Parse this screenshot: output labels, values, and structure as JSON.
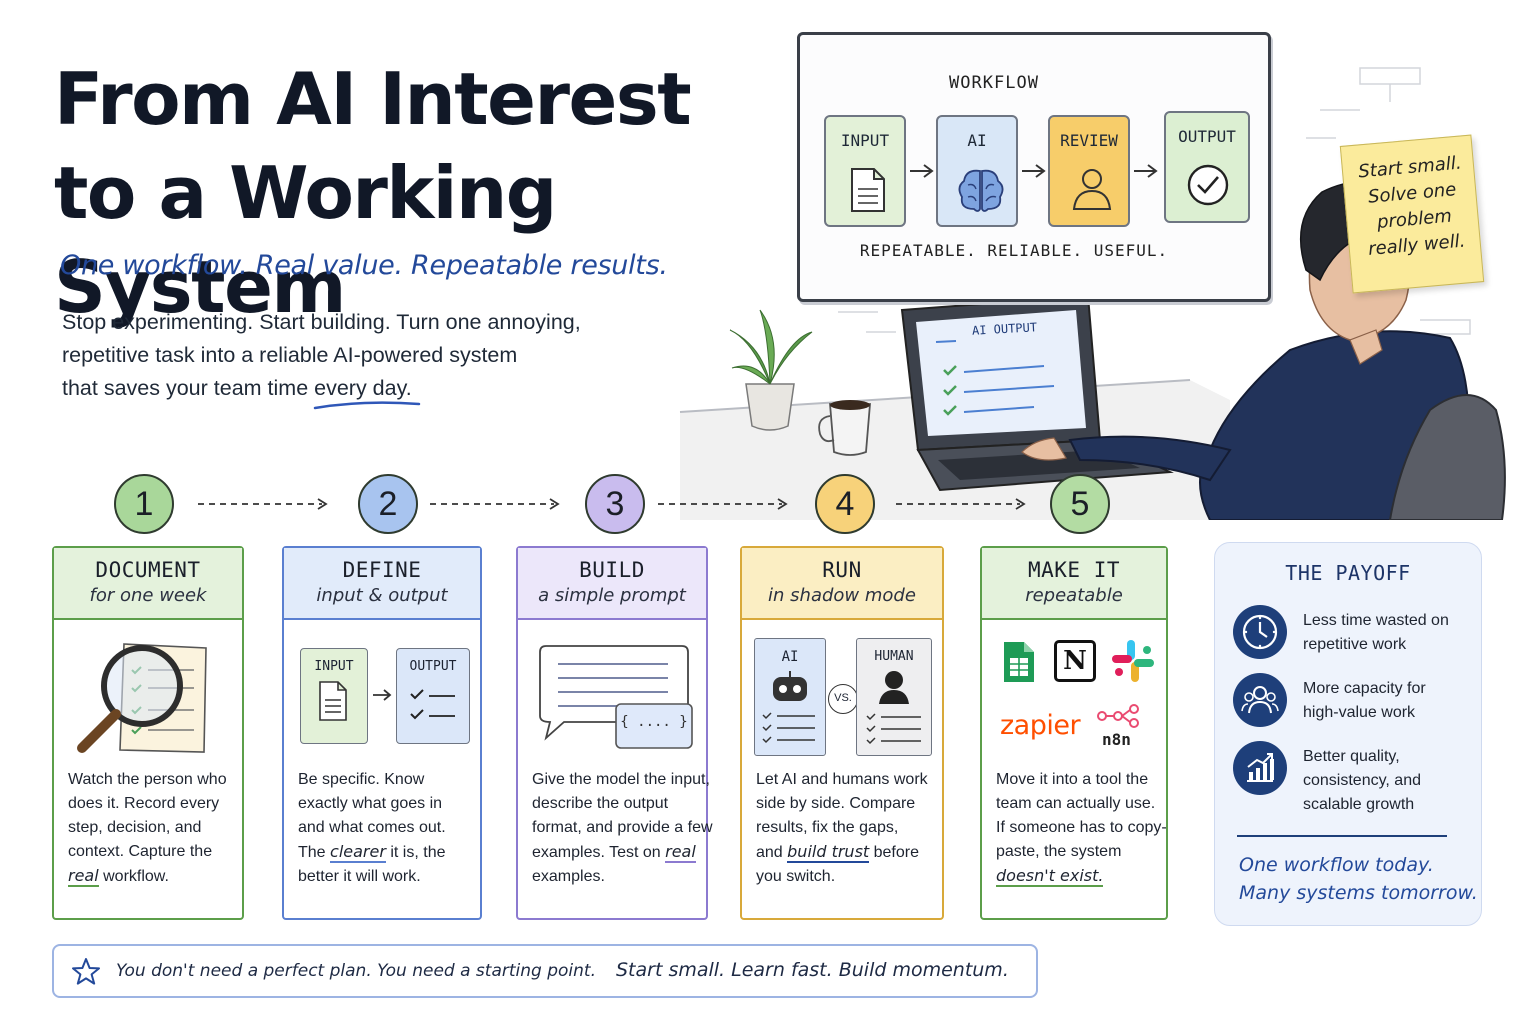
{
  "header": {
    "title_line1": "From AI Interest",
    "title_line2": "to a Working System",
    "tagline": "One workflow. Real value. Repeatable results.",
    "intro_line1": "Stop experimenting. Start building. Turn one annoying,",
    "intro_line2": "repetitive task into a reliable AI-powered system",
    "intro_line3": "that saves your team time every day."
  },
  "board": {
    "title": "WORKFLOW",
    "stages": [
      {
        "label": "INPUT",
        "icon": "document-icon",
        "color": "#e3f1d8"
      },
      {
        "label": "AI",
        "icon": "brain-icon",
        "color": "#d9e7f7"
      },
      {
        "label": "REVIEW",
        "icon": "person-icon",
        "color": "#f7cd6a"
      },
      {
        "label": "OUTPUT",
        "icon": "checkmark-icon",
        "color": "#dcefd2"
      }
    ],
    "caption": "REPEATABLE. RELIABLE. USEFUL."
  },
  "sticky_note": {
    "line1": "Start small.",
    "line2": "Solve one",
    "line3": "problem",
    "line4": "really well."
  },
  "laptop": {
    "screen_title": "AI OUTPUT"
  },
  "steps": [
    {
      "number": "1",
      "color": "#a9d79a",
      "title": "DOCUMENT",
      "subtitle": "for one week",
      "body": [
        "Watch the person who",
        "does it. Record every",
        "step, decision, and",
        "context. Capture the"
      ],
      "body_last_em": "real",
      "body_last_rest": " workflow."
    },
    {
      "number": "2",
      "color": "#a8c4ef",
      "title": "DEFINE",
      "subtitle": "input & output",
      "illo_input": "INPUT",
      "illo_output": "OUTPUT",
      "body": [
        "Be specific. Know",
        "exactly what goes in",
        "and what comes out."
      ],
      "body_pre": "The ",
      "body_em": "clearer",
      "body_post": " it is, the",
      "body_last": "better it will work."
    },
    {
      "number": "3",
      "color": "#c9bcee",
      "title": "BUILD",
      "subtitle": "a simple prompt",
      "illo_code": "{ .... }",
      "body": [
        "Give the model the input,",
        "describe the output",
        "format, and provide a few"
      ],
      "body_pre": "examples. Test on ",
      "body_em": "real",
      "body_last": "examples."
    },
    {
      "number": "4",
      "color": "#f7d27a",
      "title": "RUN",
      "subtitle": "in shadow mode",
      "illo_ai": "AI",
      "illo_vs": "VS.",
      "illo_human": "HUMAN",
      "body": [
        "Let AI and humans work",
        "side by side. Compare",
        "results, fix the gaps,"
      ],
      "body_pre": "and ",
      "body_em": "build trust",
      "body_post": " before",
      "body_last": "you switch."
    },
    {
      "number": "5",
      "color": "#b3dca3",
      "title": "MAKE IT",
      "subtitle": "repeatable",
      "logo_zapier": "zapier",
      "logo_n8n": "n8n",
      "logo_notion": "N",
      "body": [
        "Move it into a tool the",
        "team can actually use.",
        "If someone has to copy-",
        "paste, the system"
      ],
      "body_em": "doesn't exist."
    }
  ],
  "payoff": {
    "title": "THE PAYOFF",
    "items": [
      {
        "icon": "clock-icon",
        "line1": "Less time wasted on",
        "line2": "repetitive work"
      },
      {
        "icon": "people-icon",
        "line1": "More capacity for",
        "line2": "high-value work"
      },
      {
        "icon": "growth-chart-icon",
        "line1": "Better quality,",
        "line2": "consistency, and",
        "line3": "scalable growth"
      }
    ],
    "closing1": "One workflow today.",
    "closing2": "Many systems tomorrow."
  },
  "footer": {
    "left": "You don't need a perfect plan. You need a starting point.",
    "right": "Start small. Learn fast. Build momentum."
  },
  "colors": {
    "navy": "#1e3f7a",
    "accent_blue": "#23499a",
    "green": "#5c9e4a",
    "blue": "#5a7fd0",
    "purple": "#8c7ad0",
    "yellow": "#d8a93a"
  }
}
